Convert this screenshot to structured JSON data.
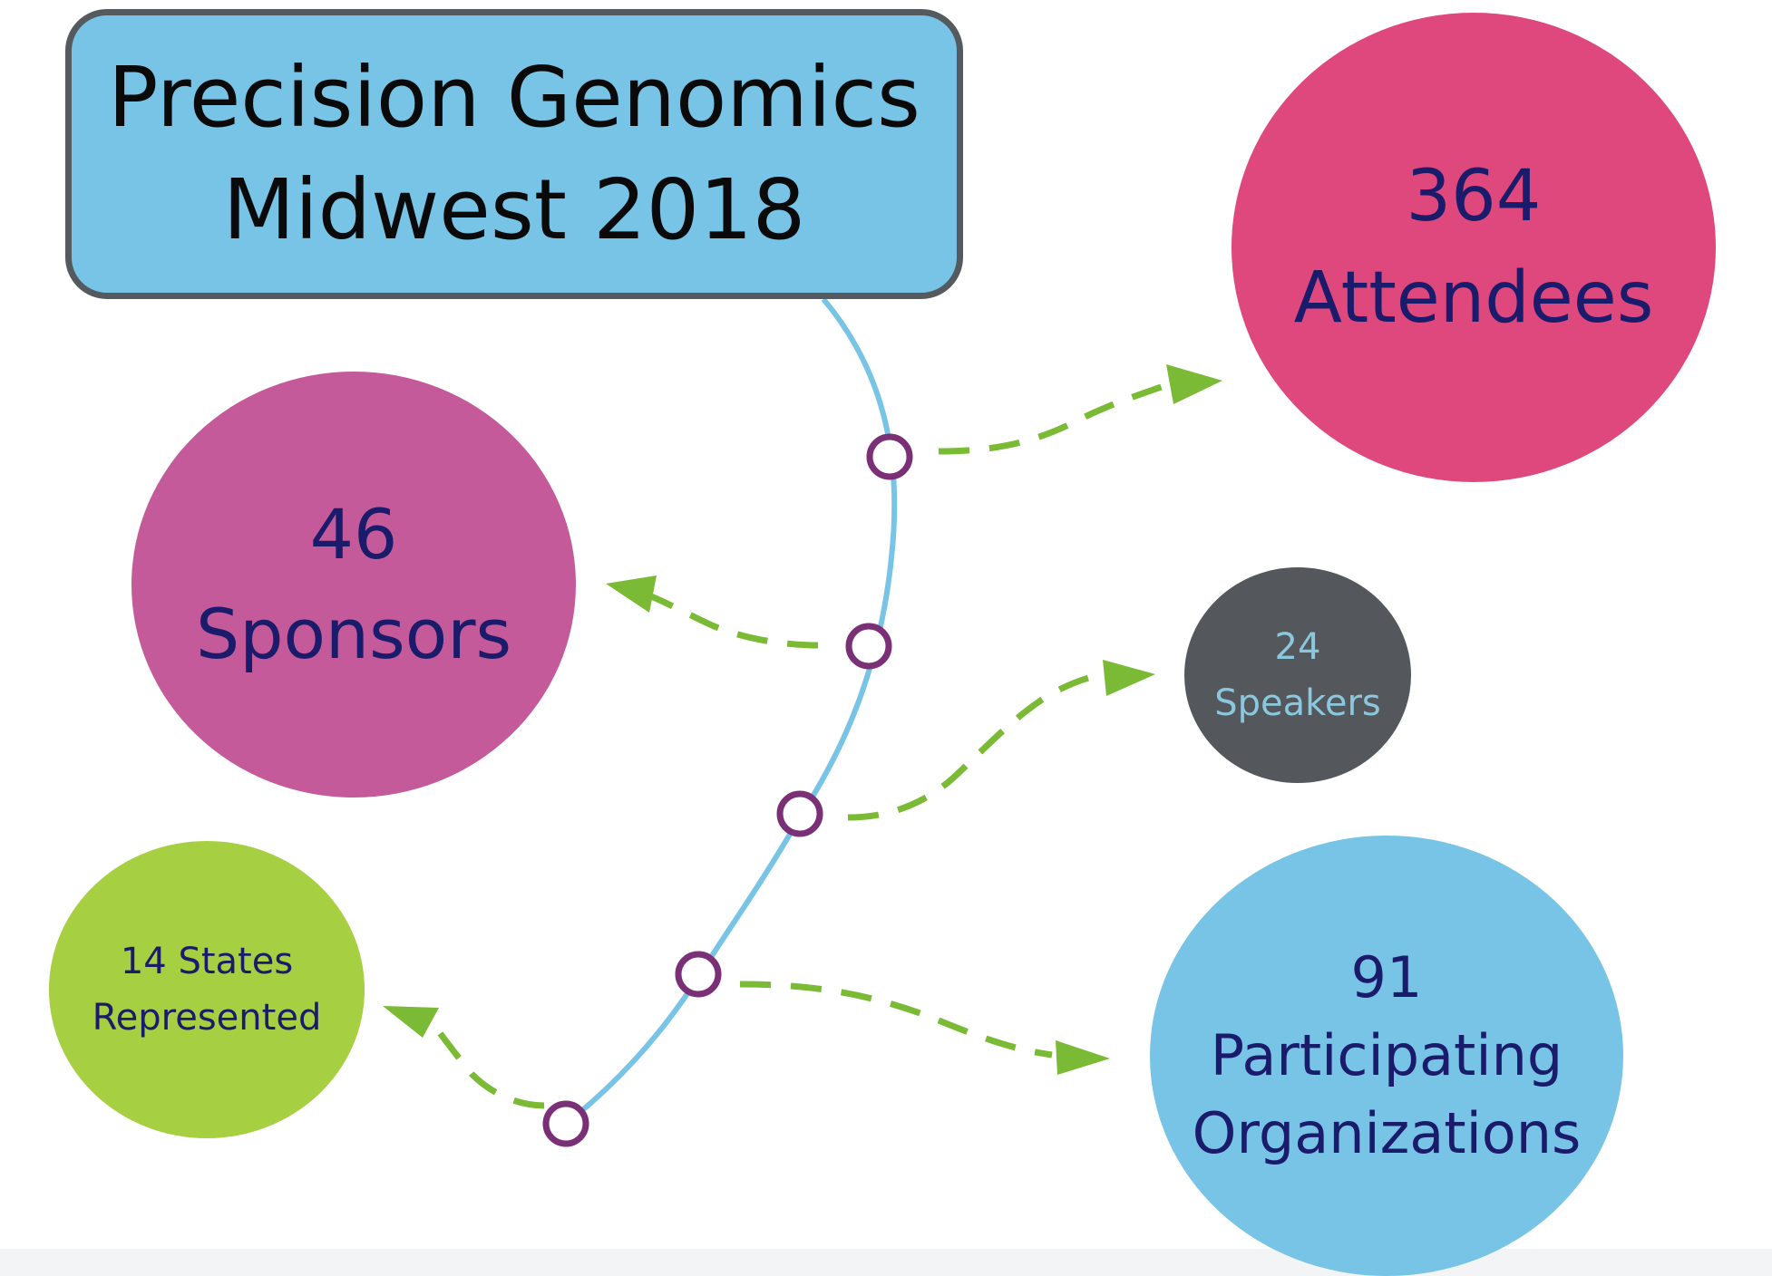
{
  "title": {
    "line1": "Precision Genomics",
    "line2": "Midwest 2018",
    "fill_color": "#78c4e6",
    "border_color": "#545a5e"
  },
  "stats": {
    "attendees": {
      "number": "364",
      "label": "Attendees",
      "color": "#df487d"
    },
    "sponsors": {
      "number": "46",
      "label": "Sponsors",
      "color": "#c55a9a"
    },
    "speakers": {
      "number": "24",
      "label": "Speakers",
      "color": "#54585c"
    },
    "organizations": {
      "number": "91",
      "label_line1": "Participating",
      "label_line2": "Organizations",
      "color": "#78c4e6"
    },
    "states": {
      "line1": "14 States",
      "line2": "Represented",
      "color": "#a6cf41"
    }
  },
  "connectors": {
    "spine_color": "#78c4e6",
    "node_color": "#7a2f76",
    "arrow_color": "#7aba35",
    "arrow_style": "dashed"
  }
}
